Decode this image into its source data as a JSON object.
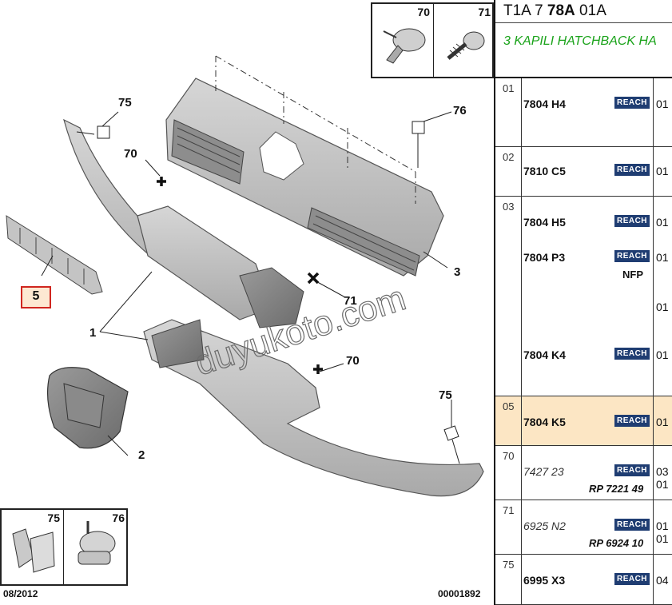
{
  "header": {
    "ref_prefix": "T1A 7 ",
    "ref_main": "78A",
    "ref_suffix": " 01A",
    "description": "3 KAPILI HATCHBACK HA"
  },
  "diagram": {
    "callouts": [
      "70",
      "71",
      "75",
      "76",
      "1",
      "2",
      "3",
      "5",
      "70",
      "71",
      "75",
      "76",
      "70",
      "75"
    ],
    "highlighted_callout": "5",
    "watermark": "duyukoto.com",
    "footer_left": "08/2012",
    "footer_right": "00001892",
    "top_panel": {
      "left_num": "70",
      "right_num": "71"
    },
    "bottom_panel": {
      "left_num": "75",
      "right_num": "76"
    }
  },
  "parts": [
    {
      "row": "01",
      "entries": [
        {
          "pn": "7804 H4",
          "qty": "01",
          "style": "bold"
        }
      ]
    },
    {
      "row": "02",
      "entries": [
        {
          "pn": "7810 C5",
          "qty": "01",
          "style": "bold"
        }
      ]
    },
    {
      "row": "03",
      "entries": [
        {
          "pn": "7804 H5",
          "qty": "01",
          "style": "bold"
        },
        {
          "pn": "7804 P3",
          "qty": "01",
          "style": "bold",
          "note": "NFP"
        },
        {
          "pn": "",
          "qty": "01",
          "style": "bold",
          "noreach": true
        },
        {
          "pn": "7804 K4",
          "qty": "01",
          "style": "bold"
        }
      ]
    },
    {
      "row": "05",
      "highlight": true,
      "entries": [
        {
          "pn": "7804 K5",
          "qty": "01",
          "style": "bold"
        }
      ]
    },
    {
      "row": "70",
      "entries": [
        {
          "pn": "7427 23",
          "qty": "03",
          "qty2": "01",
          "style": "ital",
          "note": "RP 7221 49"
        }
      ]
    },
    {
      "row": "71",
      "entries": [
        {
          "pn": "6925 N2",
          "qty": "01",
          "qty2": "01",
          "style": "ital",
          "note": "RP 6924 10"
        }
      ]
    },
    {
      "row": "75",
      "entries": [
        {
          "pn": "6995 X3",
          "qty": "04",
          "style": "bold"
        }
      ]
    }
  ],
  "reach_label": "REACH",
  "colors": {
    "highlight": "#fce6c4",
    "reach_badge": "#1f3d72",
    "description": "#1aa31a",
    "callout_box": "#d0261f"
  }
}
